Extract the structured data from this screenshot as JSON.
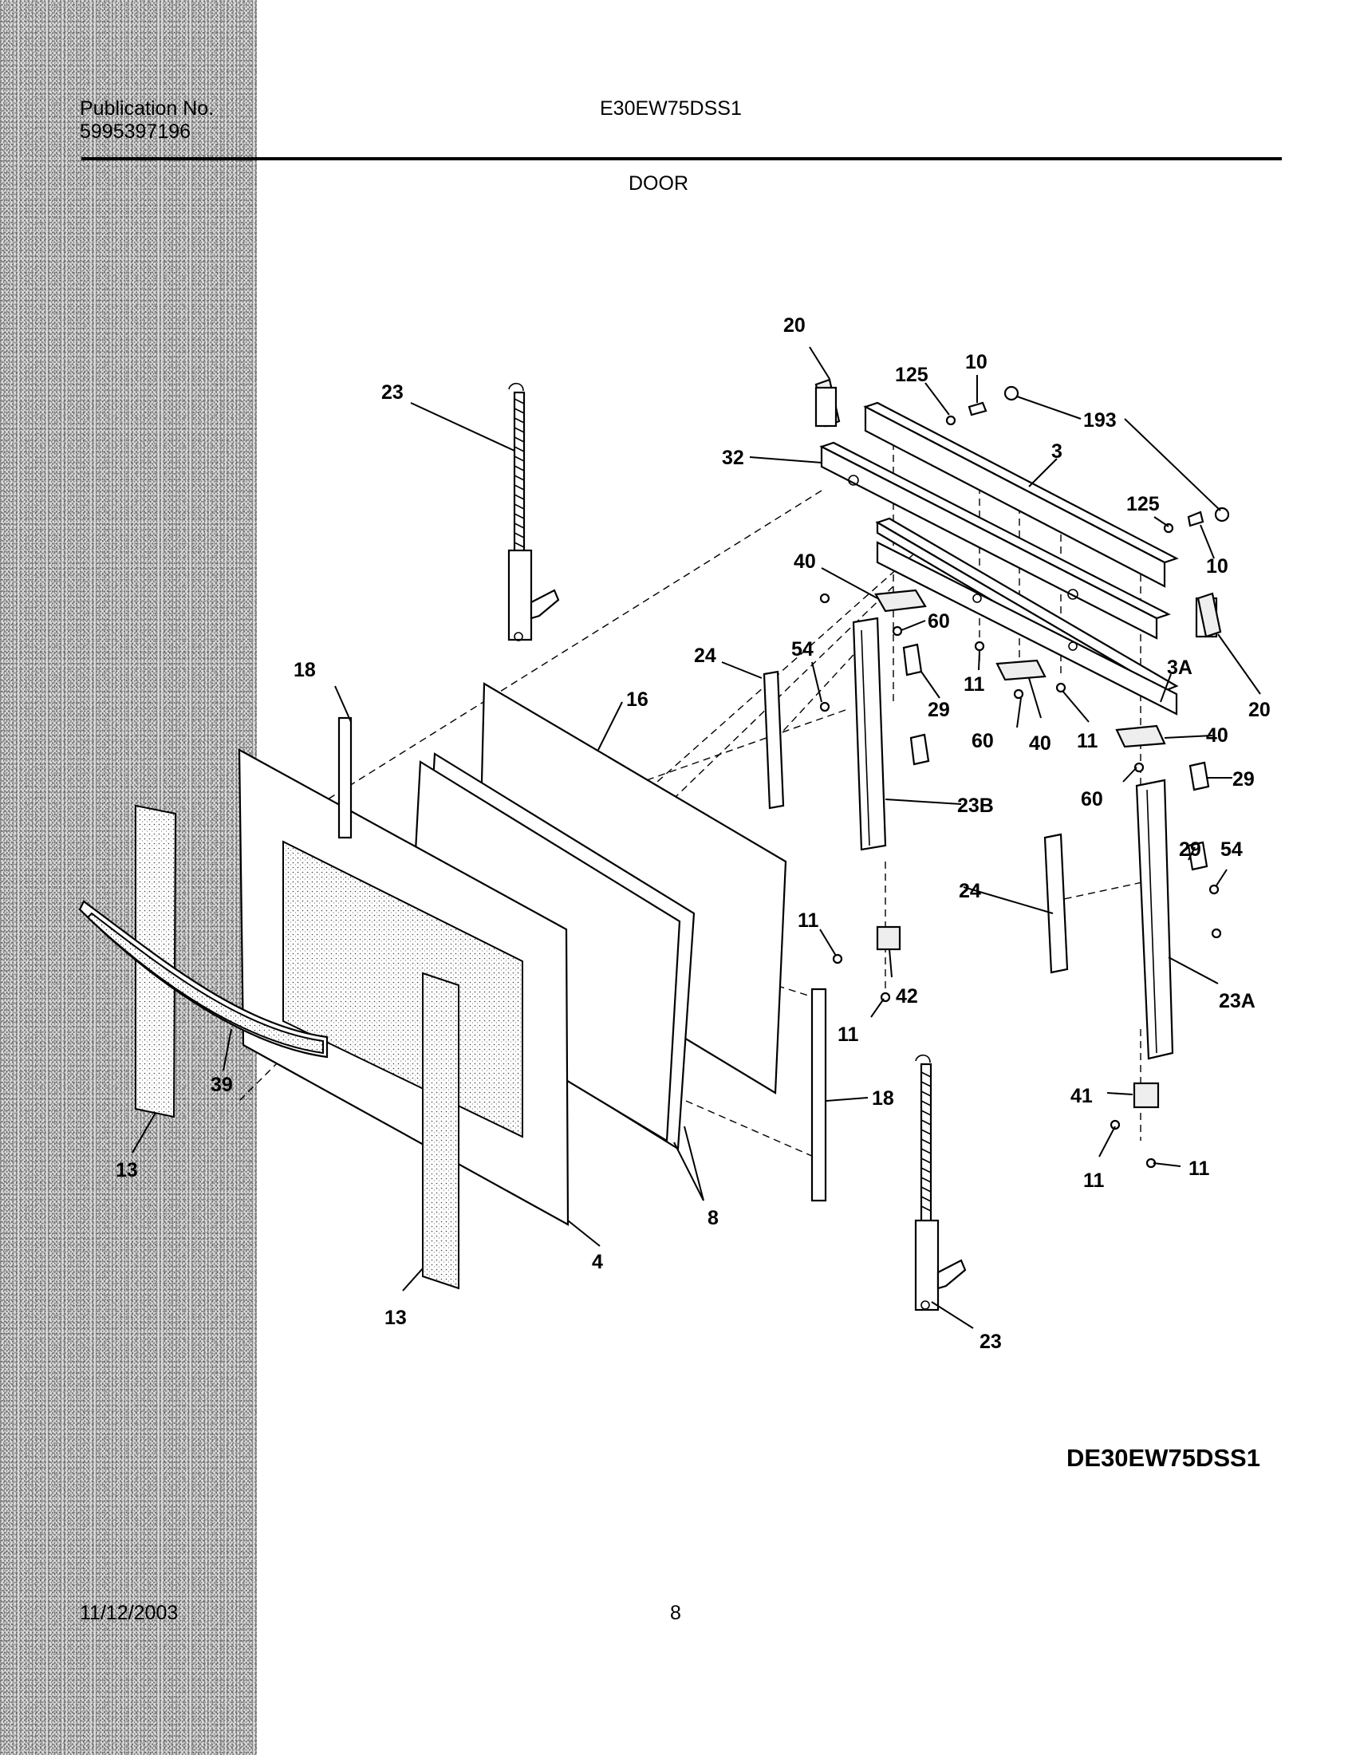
{
  "header": {
    "publication_label": "Publication No.",
    "publication_number": "5995397196",
    "model": "E30EW75DSS1"
  },
  "section_title": "DOOR",
  "diagram_code": "DE30EW75DSS1",
  "footer": {
    "date": "11/12/2003",
    "page": "8"
  },
  "callouts": [
    "23",
    "20",
    "125",
    "10",
    "193",
    "32",
    "3",
    "125",
    "10",
    "40",
    "60",
    "54",
    "24",
    "18",
    "16",
    "29",
    "11",
    "3A",
    "20",
    "60",
    "40",
    "11",
    "40",
    "60",
    "29",
    "23B",
    "29",
    "54",
    "24",
    "11",
    "42",
    "11",
    "23A",
    "39",
    "13",
    "18",
    "8",
    "4",
    "13",
    "41",
    "11",
    "11",
    "23"
  ]
}
